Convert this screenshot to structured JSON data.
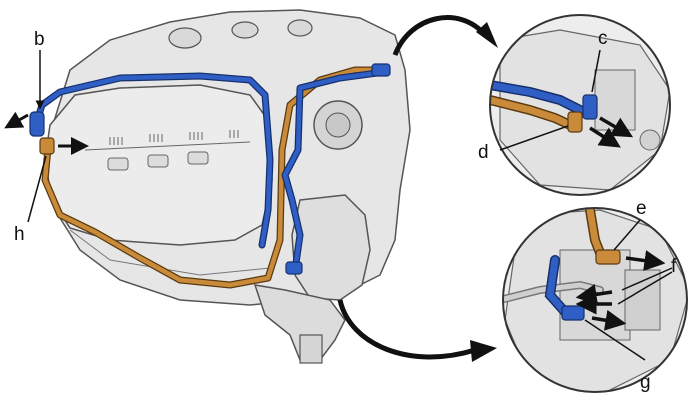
{
  "labels": {
    "b": "b",
    "c": "c",
    "d": "d",
    "e": "e",
    "f": "f",
    "g": "g",
    "h": "h"
  },
  "colors": {
    "background": "#ffffff",
    "engine_fill": "#e6e6e6",
    "engine_line": "#555555",
    "blue_pipe": "#2f5fc4",
    "orange_pipe": "#c98a3a",
    "arrow": "#111111"
  }
}
